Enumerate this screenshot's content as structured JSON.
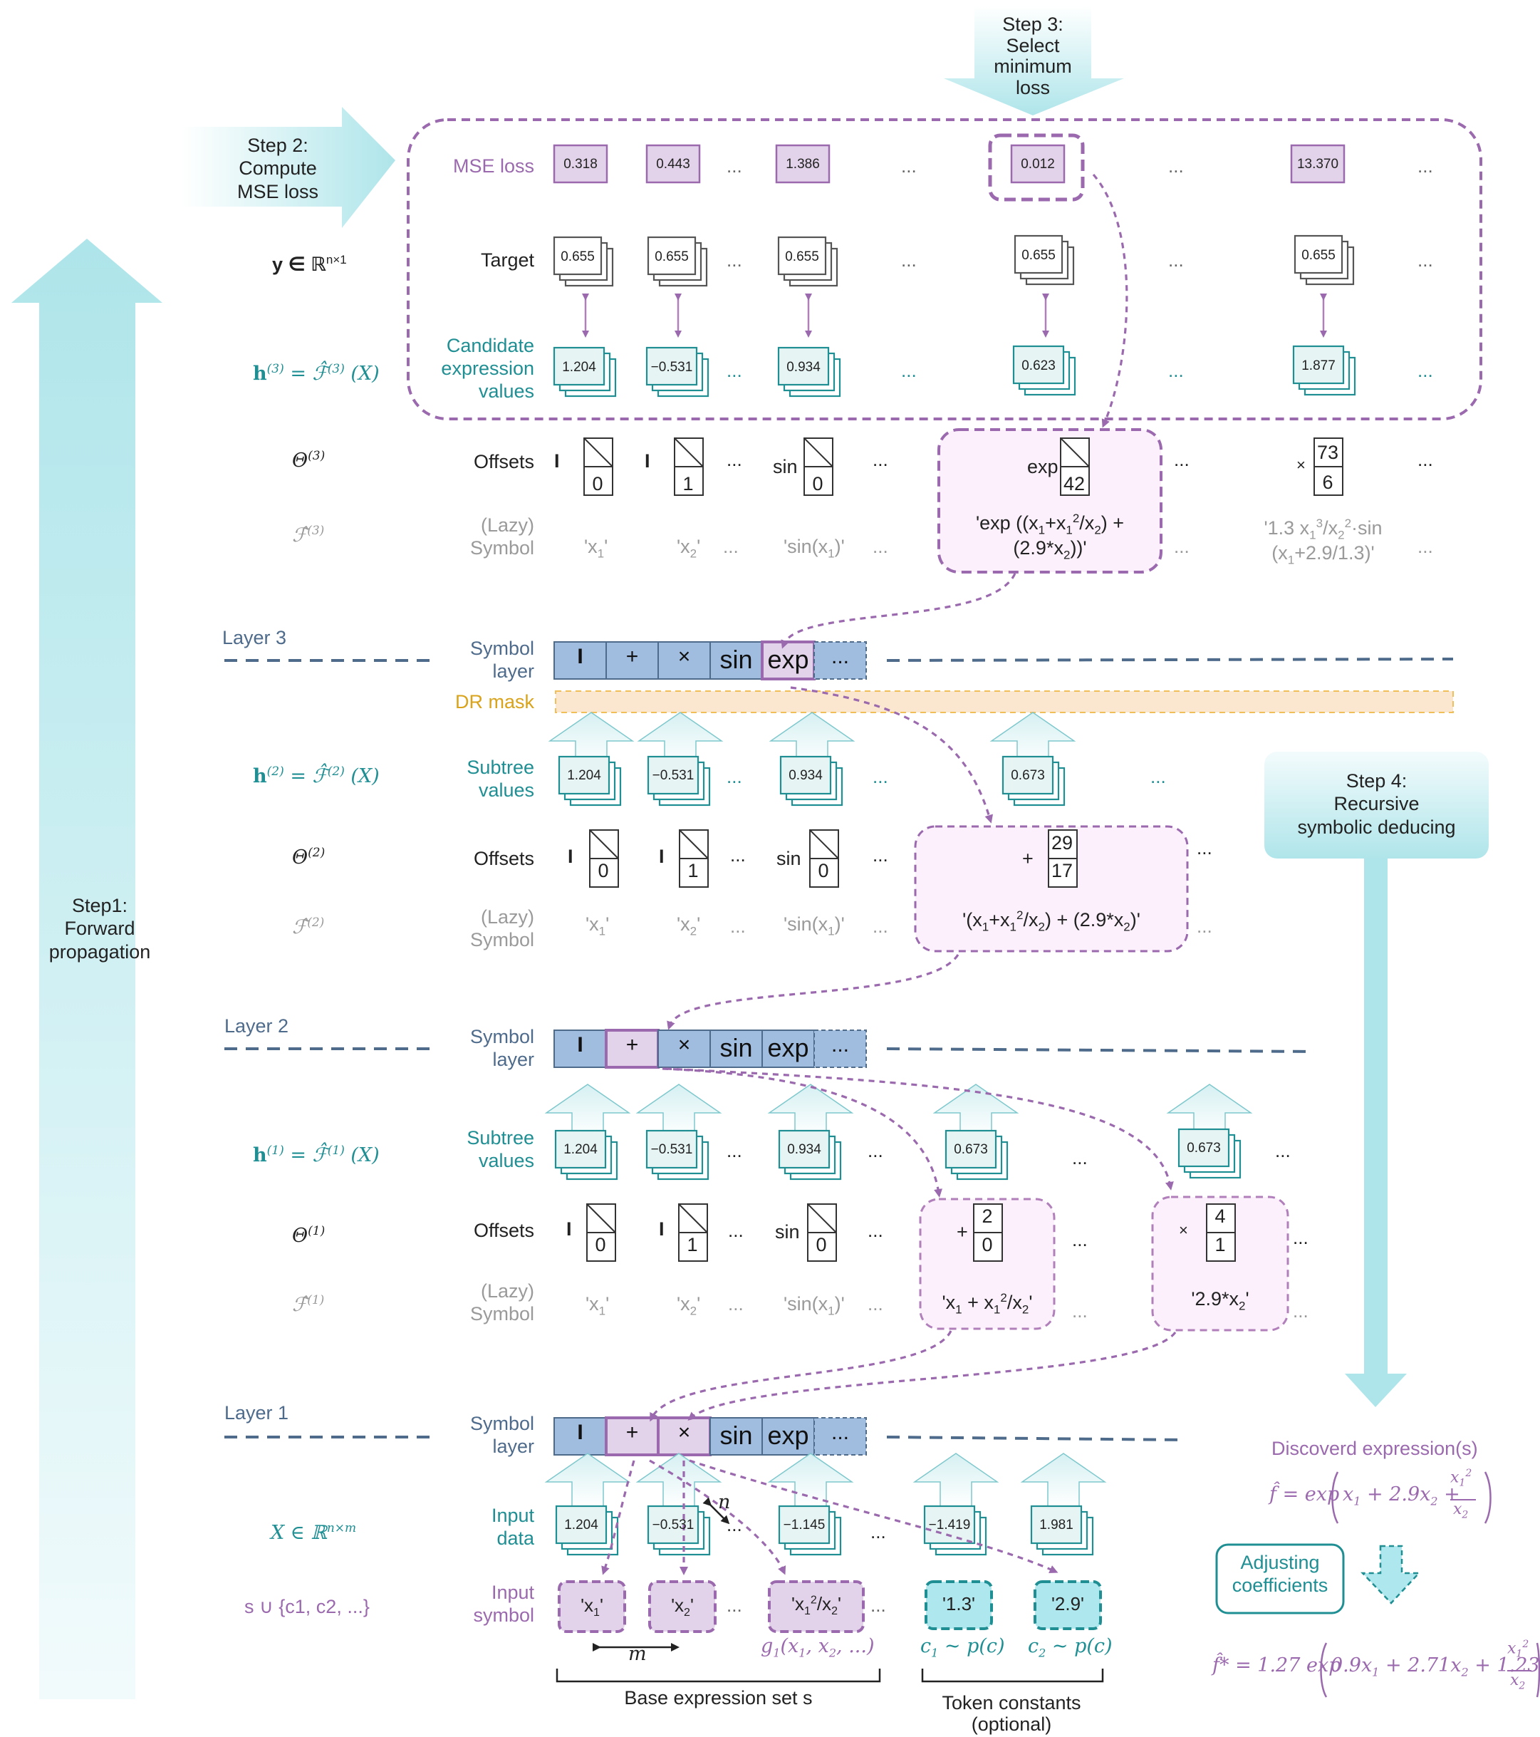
{
  "steps": {
    "step1": [
      "Step1:",
      "Forward",
      "propagation"
    ],
    "step2": [
      "Step 2:",
      "Compute",
      "MSE loss"
    ],
    "step3": [
      "Step 3:",
      "Select",
      "minimum",
      "loss"
    ],
    "step4": [
      "Step 4:",
      "Recursive",
      "symbolic deducing"
    ]
  },
  "colors": {
    "purple": "#9b6aae",
    "teal": "#1f8f94",
    "lavender_fill": "#e3d3ea",
    "teal_fill": "#e6f4f4",
    "symbol_fill": "#a0bde0",
    "cyan_fill": "#aee8ee",
    "dr_mask": "#fbe6cf"
  },
  "top": {
    "mse_label": "MSE loss",
    "mse_values": [
      "0.318",
      "0.443",
      "1.386",
      "0.012",
      "13.370"
    ],
    "target_label": "Target",
    "target_value": "0.655",
    "y_math": "y ∈ ℝ",
    "y_sup": "n×1",
    "candidate_label": [
      "Candidate",
      "expression",
      "values"
    ],
    "candidate_values": [
      "1.204",
      "−0.531",
      "0.934",
      "0.623",
      "1.877"
    ],
    "h3": "h",
    "h3_rest": " = ℱ̂",
    "h3_sup": "(3)",
    "h3_x": " (X)",
    "theta3": "Θ",
    "theta3_sup": "(3)",
    "f3": "ℱ̂",
    "f3_sup": "(3)",
    "offsets_label": "Offsets",
    "lazy_label": [
      "(Lazy)",
      "Symbol"
    ],
    "offsets3": [
      {
        "op": "I",
        "top": "",
        "bottom": "0"
      },
      {
        "op": "I",
        "top": "",
        "bottom": "1"
      },
      {
        "op": "sin",
        "top": "",
        "bottom": "0"
      },
      {
        "op": "exp",
        "top": "",
        "bottom": "42"
      },
      {
        "op": "×",
        "top": "73",
        "bottom": "6"
      }
    ],
    "symbols3": [
      "'x1'",
      "'x2'",
      "'sin(x1)'"
    ],
    "exp_expr": [
      "'exp ((x1+x1²/x2) +",
      "(2.9*x2))'"
    ],
    "last_expr": [
      "'1.3 x1³/x2²·sin",
      "(x1+2.9/1.3)'"
    ]
  },
  "layer3": {
    "label": "Layer 3",
    "symbol_label": [
      "Symbol",
      "layer"
    ],
    "cells": [
      "I",
      "+",
      "×",
      "sin",
      "exp",
      "..."
    ],
    "dr_mask": "DR mask",
    "subtree_label": [
      "Subtree",
      "values"
    ],
    "h2": "h",
    "h2_sup": "(2)",
    "values": [
      "1.204",
      "−0.531",
      "0.934",
      "0.673"
    ],
    "theta": "Θ",
    "theta_sup": "(2)",
    "f_sup": "(2)",
    "offsets": [
      {
        "op": "I",
        "bottom": "0"
      },
      {
        "op": "I",
        "bottom": "1"
      },
      {
        "op": "sin",
        "bottom": "0"
      },
      {
        "op": "+",
        "top": "29",
        "bottom": "17"
      }
    ],
    "symbols": [
      "'x1'",
      "'x2'",
      "'sin(x1)'"
    ],
    "expr": "'(x1+x1²/x2) + (2.9*x2)'"
  },
  "layer2": {
    "label": "Layer 2",
    "cells": [
      "I",
      "+",
      "×",
      "sin",
      "exp",
      "..."
    ],
    "values": [
      "1.204",
      "−0.531",
      "0.934",
      "0.673",
      "0.673"
    ],
    "h1_sup": "(1)",
    "offsets": [
      {
        "op": "I",
        "bottom": "0"
      },
      {
        "op": "I",
        "bottom": "1"
      },
      {
        "op": "sin",
        "bottom": "0"
      },
      {
        "op": "+",
        "top": "2",
        "bottom": "0"
      },
      {
        "op": "×",
        "top": "4",
        "bottom": "1"
      }
    ],
    "symbols": [
      "'x1'",
      "'x2'",
      "'sin(x1)'"
    ],
    "expr_plus": "'x1 + x1²/x2'",
    "expr_times": "'2.9*x2'"
  },
  "layer1": {
    "label": "Layer 1",
    "cells": [
      "I",
      "+",
      "×",
      "sin",
      "exp",
      "..."
    ],
    "input_data_label": [
      "Input",
      "data"
    ],
    "x_math": "X ∈ ℝ",
    "x_sup": "n×m",
    "input_values": [
      "1.204",
      "−0.531",
      "−1.145",
      "−1.419",
      "1.981"
    ],
    "input_symbol_label": [
      "Input",
      "symbol"
    ],
    "s_math": "s ∪ {c1, c2, ...}",
    "tokens": [
      "'x1'",
      "'x2'",
      "'x1²/x2'",
      "'1.3'",
      "'2.9'"
    ],
    "n_label": "n",
    "m_label": "m",
    "g_label": "g1(x1, x2, ...)",
    "c1_label": "c1 ~ p(c)",
    "c2_label": "c2 ~ p(c)",
    "base_set": "Base expression set s",
    "token_constants": [
      "Token constants",
      "(optional)"
    ]
  },
  "right": {
    "discovered": "Discoverd expression(s)",
    "f_hat": "f̂ = exp(x1 + 2.9x2 + x1²/x2)",
    "adjusting": [
      "Adjusting",
      "coefficients"
    ],
    "f_star": "f̂* = 1.27 exp(0.9x1 + 2.71x2 + 1.23 x1²/x2)"
  },
  "ellipsis": "..."
}
